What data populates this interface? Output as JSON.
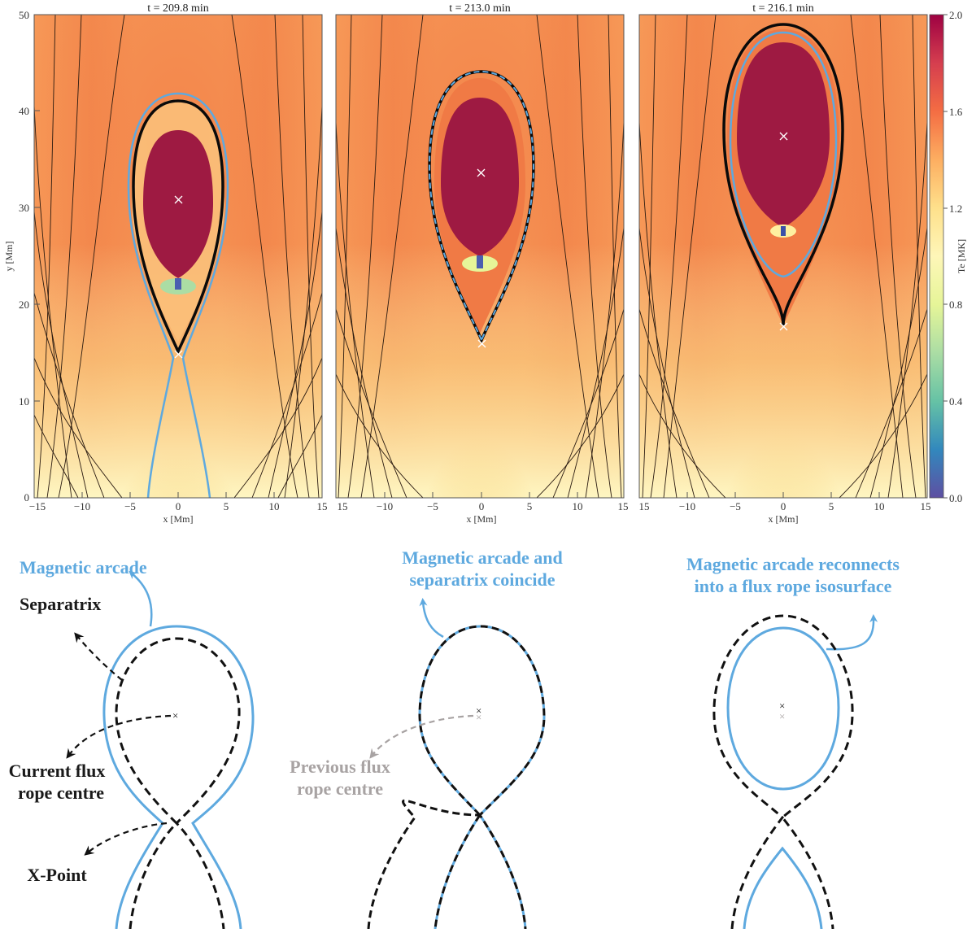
{
  "chart_data": {
    "type": "heatmap",
    "panels": [
      {
        "title": "t =  209.8 min",
        "xlabel": "x [Mm]",
        "ylabel": "y [Mm]",
        "xlim": [
          -15,
          15
        ],
        "ylim": [
          0,
          50
        ],
        "xticks": [
          "−15",
          "−10",
          "−5",
          "0",
          "5",
          "10",
          "15"
        ],
        "yticks": [
          "0",
          "10",
          "20",
          "30",
          "40",
          "50"
        ],
        "flux_rope_centre": [
          0,
          31
        ],
        "x_point": [
          0,
          15
        ],
        "separatrix_top_y": 41,
        "arcade_top_y": 42,
        "arcade": "open hourglass, outside separatrix"
      },
      {
        "title": "t =  213.0 min",
        "xlabel": "x [Mm]",
        "xlim": [
          -15,
          15
        ],
        "ylim": [
          0,
          50
        ],
        "xticks": [
          "15",
          "−10",
          "−5",
          "0",
          "5",
          "10",
          "15"
        ],
        "flux_rope_centre": [
          0,
          33.5
        ],
        "x_point": [
          0,
          16
        ],
        "separatrix_top_y": 44,
        "arcade": "coincides with separatrix"
      },
      {
        "title": "t =  216.1 min",
        "xlabel": "x [Mm]",
        "xlim": [
          -15,
          15
        ],
        "ylim": [
          0,
          50
        ],
        "xticks": [
          "15",
          "−10",
          "−5",
          "0",
          "5",
          "10",
          "15"
        ],
        "flux_rope_centre": [
          0,
          37.5
        ],
        "x_point": [
          0,
          17.5
        ],
        "separatrix_top_y": 49,
        "arcade_top_y": 48,
        "arcade_bottom_y": 23,
        "arcade": "closed isosurface inside separatrix"
      }
    ],
    "colorbar": {
      "label": "Te [MK]",
      "range": [
        0.0,
        2.0
      ],
      "ticks": [
        "0.0",
        "0.4",
        "0.8",
        "1.2",
        "1.6",
        "2.0"
      ],
      "colormap": "Spectral_r"
    },
    "legend": {
      "separatrix": "black line",
      "magnetic_arcade": "blue line",
      "field_lines": "thin black lines"
    }
  },
  "panels": [
    {
      "title": "t =  209.8 min"
    },
    {
      "title": "t =  213.0 min"
    },
    {
      "title": "t =  216.1 min"
    }
  ],
  "axes": {
    "xlabel": "x [Mm]",
    "ylabel": "y [Mm]",
    "yticks": [
      "0",
      "10",
      "20",
      "30",
      "40",
      "50"
    ],
    "xticks_first": [
      "−15",
      "−10",
      "−5",
      "0",
      "5",
      "10",
      "15"
    ],
    "xticks_other": [
      "15",
      "−10",
      "−5",
      "0",
      "5",
      "10",
      "15"
    ]
  },
  "colorbar": {
    "label": "Te [MK]",
    "ticks": [
      "2.0",
      "1.6",
      "1.2",
      "0.8",
      "0.4",
      "0.0"
    ]
  },
  "colors": {
    "arcade_blue": "#5ea9df",
    "separatrix_black": "#111111",
    "previous_grey": "#a8a3a3",
    "hot_core": "#9e1a42",
    "background_orange": "#f3894f",
    "base_yellow": "#fdf3b3"
  },
  "schematics": {
    "left": {
      "arcade_label": "Magnetic arcade",
      "separatrix_label": "Separatrix",
      "centre_label_line1": "Current flux",
      "centre_label_line2": "rope centre",
      "xpoint_label": "X-Point"
    },
    "middle": {
      "title_line1": "Magnetic arcade and",
      "title_line2": "separatrix coincide",
      "prev_label_line1": "Previous flux",
      "prev_label_line2": "rope centre"
    },
    "right": {
      "title_line1": "Magnetic arcade reconnects",
      "title_line2": "into a flux rope isosurface"
    }
  }
}
